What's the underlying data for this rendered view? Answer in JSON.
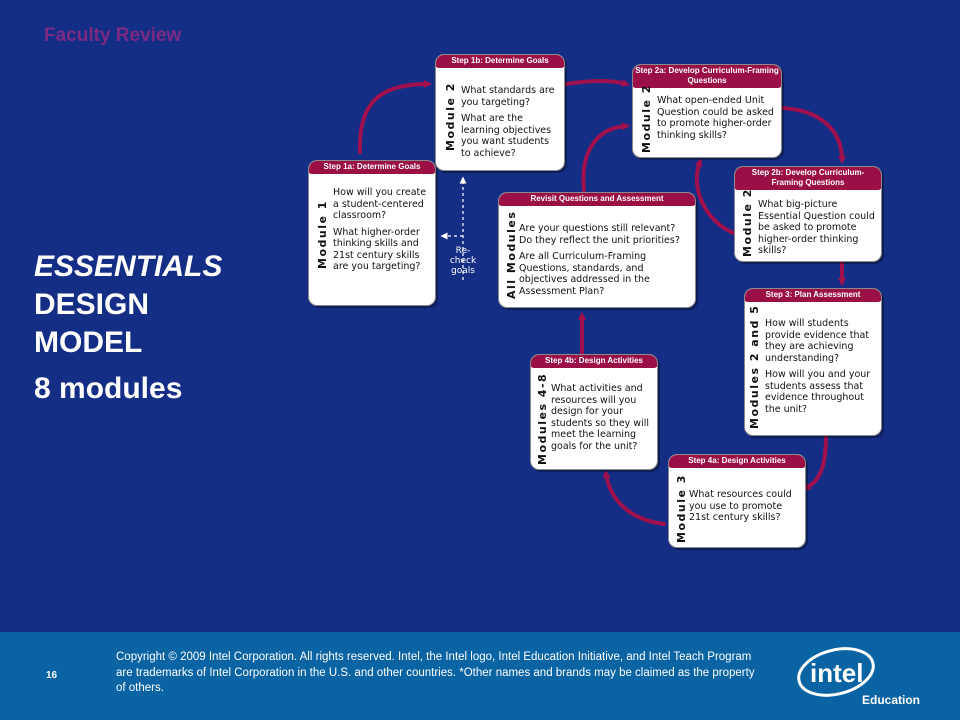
{
  "header": {
    "faculty_label": "Faculty Review"
  },
  "title": {
    "line1": "ESSENTIALS",
    "line2": "DESIGN",
    "line3": "MODEL"
  },
  "subtitle": "8 modules",
  "recheck_label": "Re-check goals",
  "boxes": {
    "step1a": {
      "header": "Step 1a: Determine Goals",
      "module": "Module 1",
      "q1": "How will you create a student-centered classroom?",
      "q2": "What higher-order thinking skills and 21st century skills are you targeting?"
    },
    "step1b": {
      "header": "Step 1b: Determine Goals",
      "module": "Module 2",
      "q1": "What standards are you targeting?",
      "q2": "What are the learning objectives you want students to achieve?"
    },
    "step2a": {
      "header": "Step 2a: Develop Curriculum-Framing Questions",
      "module": "Module 2",
      "q1": "What open-ended Unit Question could be asked to promote higher-order thinking skills?"
    },
    "step2b": {
      "header": "Step 2b: Develop Curriculum-Framing Questions",
      "module": "Module 2",
      "q1": "What big-picture Essential Question could be asked to promote higher-order thinking skills?"
    },
    "revisit": {
      "header": "Revisit Questions and Assessment",
      "module": "All Modules",
      "q1": "Are your questions still relevant? Do they reflect the unit priorities?",
      "q2": "Are all Curriculum-Framing Questions, standards, and objectives addressed in the Assessment Plan?"
    },
    "step3": {
      "header": "Step 3: Plan Assessment",
      "module": "Modules 2 and 5",
      "q1": "How will students provide evidence that they are achieving understanding?",
      "q2": "How will you and your students assess that evidence throughout the unit?"
    },
    "step4b": {
      "header": "Step 4b: Design Activities",
      "module": "Modules 4-8",
      "q1": "What activities and resources will you design for your students so they will meet the learning goals for the unit?"
    },
    "step4a": {
      "header": "Step 4a: Design Activities",
      "module": "Module 3",
      "q1": "What resources could you use to promote 21st century skills?"
    }
  },
  "footer": {
    "page_number": "16",
    "copyright": "Copyright © 2009 Intel Corporation. All rights reserved. Intel, the Intel logo, Intel Education Initiative, and Intel Teach Program are trademarks of Intel Corporation in the U.S. and other countries. *Other names and brands may be claimed as the property of others.",
    "logo_text": "intel",
    "logo_sub": "Education"
  },
  "colors": {
    "background": "#142e86",
    "footer": "#0a63a3",
    "accent": "#9b0f47",
    "faculty_text": "#7a2a82"
  }
}
